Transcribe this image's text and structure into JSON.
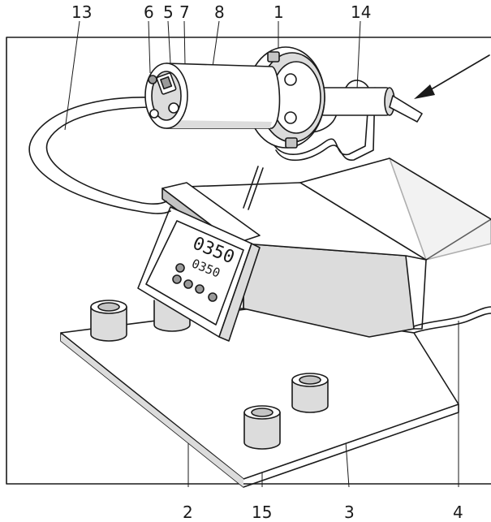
{
  "callouts": {
    "c13": "13",
    "c6": "6",
    "c5": "5",
    "c7": "7",
    "c8": "8",
    "c1": "1",
    "c14": "14",
    "c2": "2",
    "c15": "15",
    "c3": "3",
    "c4": "4"
  },
  "display": {
    "actual_temp": "0350",
    "set_temp": "0350"
  },
  "colors": {
    "line": "#1a1a1a",
    "shade_light": "#dcdcdc",
    "shade_mid": "#c4c4c4",
    "shade_dark": "#9a9a9a"
  }
}
